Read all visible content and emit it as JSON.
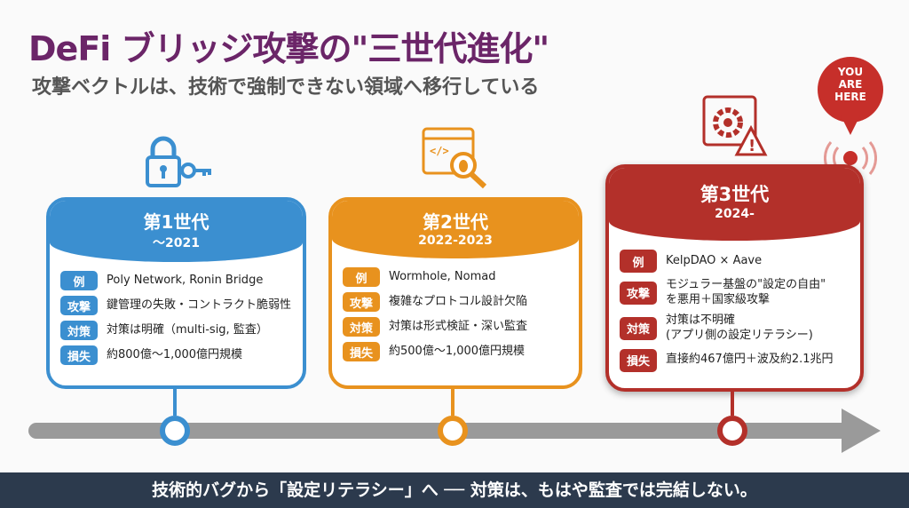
{
  "header": {
    "title": "DeFi ブリッジ攻撃の\"三世代進化\"",
    "subtitle": "攻撃ベクトルは、技術で強制できない領域へ移行している"
  },
  "marker": {
    "line1": "YOU",
    "line2": "ARE",
    "line3": "HERE"
  },
  "generations": [
    {
      "name": "第1世代",
      "years": "〜2021",
      "color": "#3b8fd0",
      "icon": "lock-key-icon",
      "rows": [
        {
          "tag": "例",
          "text": "Poly Network, Ronin Bridge"
        },
        {
          "tag": "攻撃",
          "text": "鍵管理の失敗・コントラクト脆弱性"
        },
        {
          "tag": "対策",
          "text": "対策は明確（multi-sig, 監査）"
        },
        {
          "tag": "損失",
          "text": "約800億〜1,000億円規模"
        }
      ]
    },
    {
      "name": "第2世代",
      "years": "2022-2023",
      "color": "#e8921e",
      "icon": "code-bug-icon",
      "rows": [
        {
          "tag": "例",
          "text": "Wormhole, Nomad"
        },
        {
          "tag": "攻撃",
          "text": "複雑なプロトコル設計欠陥"
        },
        {
          "tag": "対策",
          "text": "対策は形式検証・深い監査"
        },
        {
          "tag": "損失",
          "text": "約500億〜1,000億円規模"
        }
      ]
    },
    {
      "name": "第3世代",
      "years": "2024-",
      "color": "#b3302a",
      "icon": "gear-warning-icon",
      "rows": [
        {
          "tag": "例",
          "text": "KelpDAO × Aave"
        },
        {
          "tag": "攻撃",
          "text": "モジュラー基盤の\"設定の自由\"\nを悪用＋国家級攻撃"
        },
        {
          "tag": "対策",
          "text": "対策は不明確\n(アプリ側の設定リテラシー)"
        },
        {
          "tag": "損失",
          "text": "直接約467億円＋波及約2.1兆円"
        }
      ]
    }
  ],
  "footer": "技術的バグから「設定リテラシー」へ ── 対策は、もはや監査では完結しない。"
}
